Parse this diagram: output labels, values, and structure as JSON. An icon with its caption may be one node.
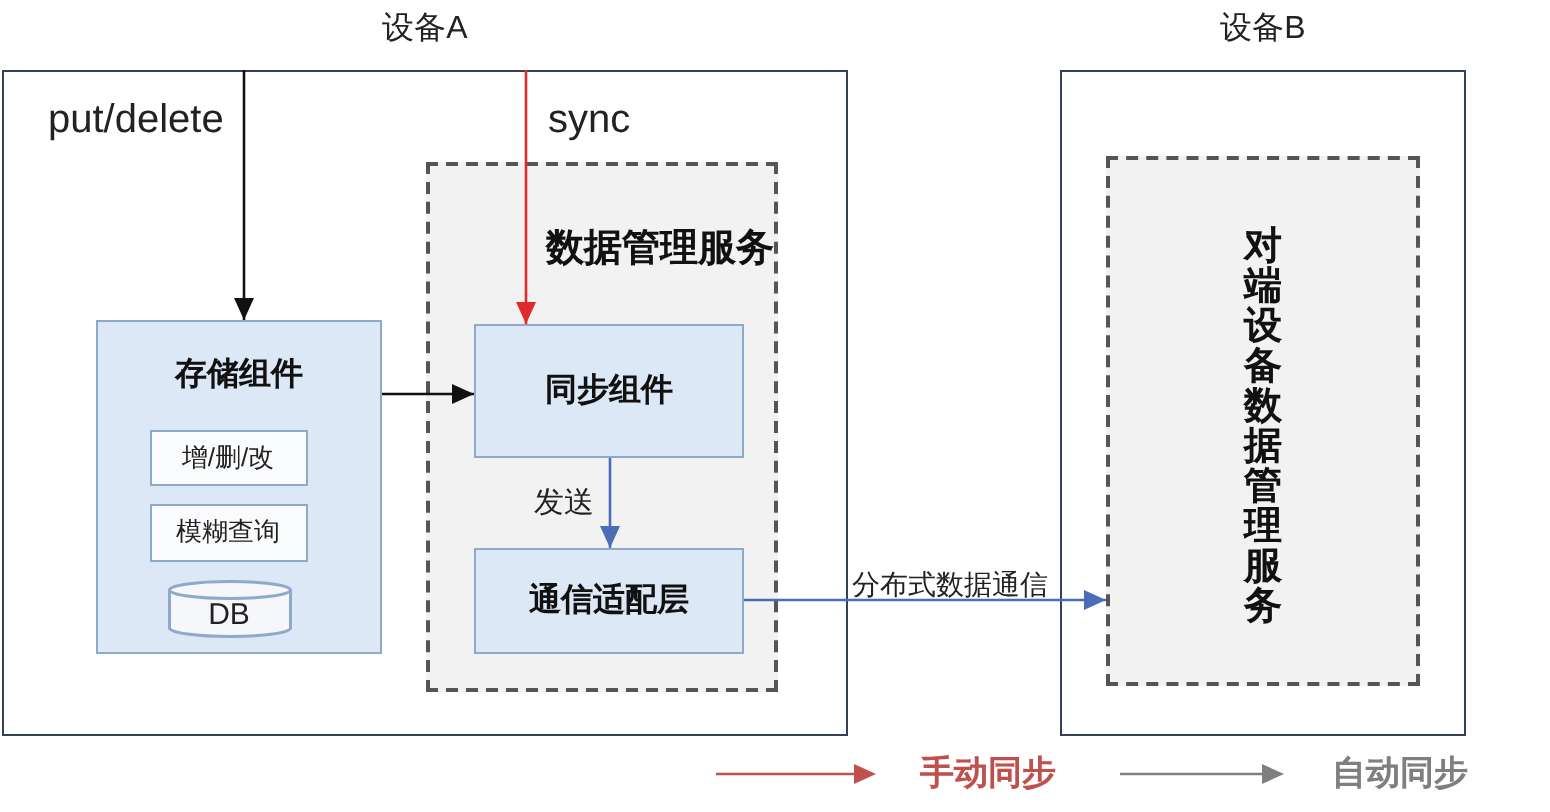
{
  "diagram": {
    "nodes": [
      {
        "text": [
          "设备A"
        ]
      },
      {
        "text": [
          "存储组件"
        ],
        "in": 0
      },
      {
        "text": [
          "增/删/改"
        ],
        "in": 1
      },
      {
        "text": [
          "模糊查询"
        ],
        "in": 1
      },
      {
        "text": [
          "DB"
        ],
        "in": 1
      },
      {
        "text": [
          "数据管理服务"
        ],
        "in": 0
      },
      {
        "text": [
          "同步组件"
        ],
        "in": 5
      },
      {
        "text": [
          "通信适配层"
        ],
        "in": 5
      },
      {
        "text": [
          "设备B"
        ]
      },
      {
        "text": [
          "对端设备数据管理服务"
        ],
        "in": 8
      }
    ],
    "edges": [
      {
        "from": null,
        "to": 1,
        "arrow": "to",
        "label": "put/delete"
      },
      {
        "from": null,
        "to": 6,
        "arrow": "to",
        "label": "sync",
        "color": "#e02b2b"
      },
      {
        "from": 1,
        "to": 6,
        "arrow": "to"
      },
      {
        "from": 6,
        "to": 7,
        "arrow": "to",
        "label": "发送",
        "color": "#4a6db5"
      },
      {
        "from": 7,
        "to": 9,
        "arrow": "to",
        "label": "分布式数据通信",
        "color": "#4a6db5"
      }
    ],
    "legend": [
      {
        "text": "手动同步"
      },
      {
        "text": "自动同步"
      }
    ]
  }
}
